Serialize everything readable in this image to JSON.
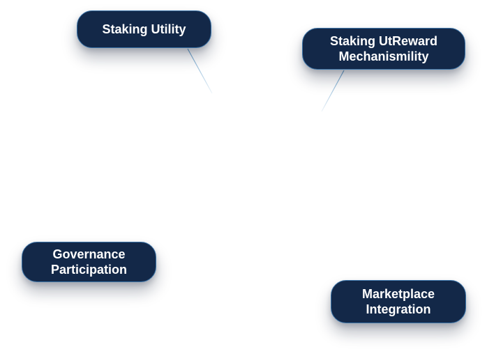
{
  "diagram": {
    "nodes": [
      {
        "id": "staking-utility",
        "label": "Staking Utility"
      },
      {
        "id": "staking-reward",
        "label": "Staking UtReward\nMechanismility"
      },
      {
        "id": "governance",
        "label": "Governance\nParticipation"
      },
      {
        "id": "marketplace",
        "label": "Marketplace\nIntegration"
      }
    ],
    "colors": {
      "node_fill": "#132848",
      "node_border": "#3a73a8",
      "node_text": "#ffffff",
      "connector": "#5d9ac8",
      "background": "#ffffff"
    }
  }
}
